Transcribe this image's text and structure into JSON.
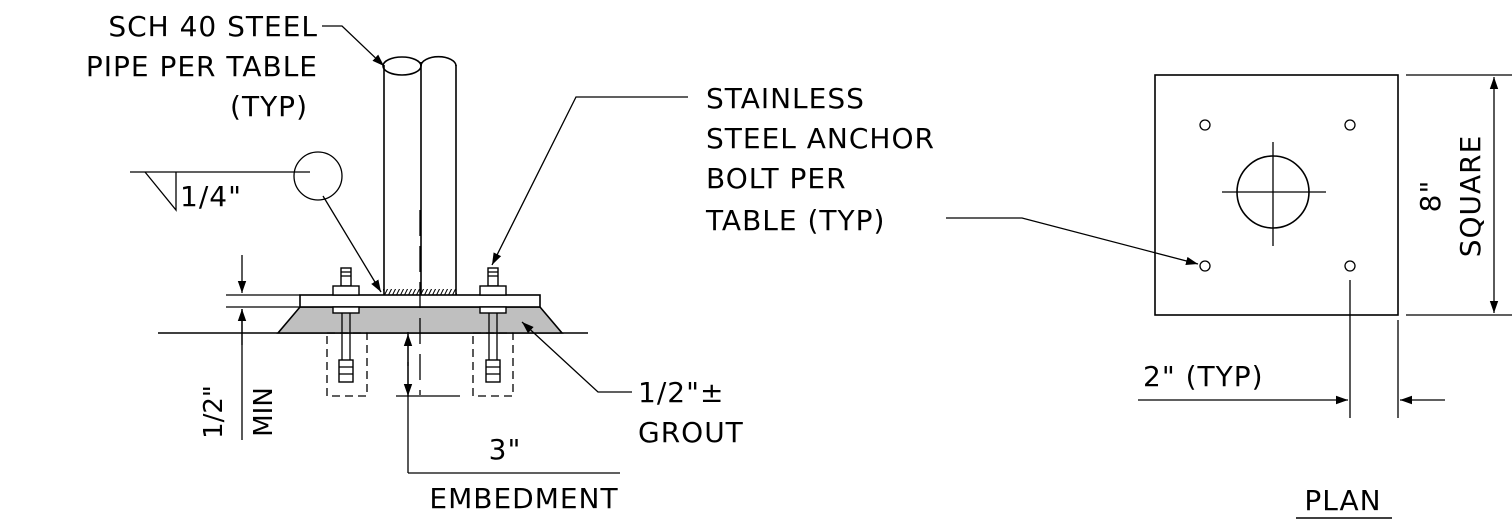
{
  "labels": {
    "pipe_line1": "SCH 40 STEEL",
    "pipe_line2": "PIPE PER TABLE",
    "pipe_line3": "(TYP)",
    "weld": "1/4\"",
    "anchor_line1": "STAINLESS",
    "anchor_line2": "STEEL ANCHOR",
    "anchor_line3": "BOLT  PER",
    "anchor_line4": "TABLE (TYP)",
    "grout_line1": "1/2\"±",
    "grout_line2": "GROUT",
    "embed_value": "3\"",
    "embed_label": "EMBEDMENT",
    "min_value": "1/2\"",
    "min_label": "MIN",
    "plan_size": "8\"",
    "plan_square": "SQUARE",
    "edge_dist": "2\" (TYP)",
    "plan_title": "PLAN"
  },
  "colors": {
    "line": "#000000",
    "grout_fill": "#bfbfbf",
    "background": "#ffffff"
  }
}
